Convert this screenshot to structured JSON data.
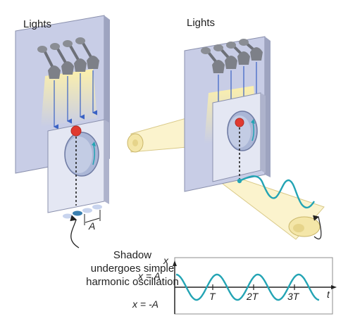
{
  "left_panel": {
    "lights_label": "Lights",
    "amplitude_label": "A",
    "caption_lines": [
      "Shadow",
      "undergoes simple",
      "harmonic oscillation"
    ]
  },
  "right_panel": {
    "lights_label": "Lights"
  },
  "graph": {
    "y_axis_label": "x",
    "x_axis_label": "t",
    "upper_level_label": "x = A",
    "lower_level_label": "x = -A",
    "tick_labels": [
      "T",
      "2T",
      "3T"
    ],
    "periods_shown": 3.5
  },
  "colors": {
    "panel": "#c8cde6",
    "wheel": "#aab6d6",
    "bulb": "#7d8088",
    "ray": "#3a62c4",
    "wave": "#23a4b4",
    "paper": "#fbf3cd",
    "ball": "#e03a30"
  }
}
